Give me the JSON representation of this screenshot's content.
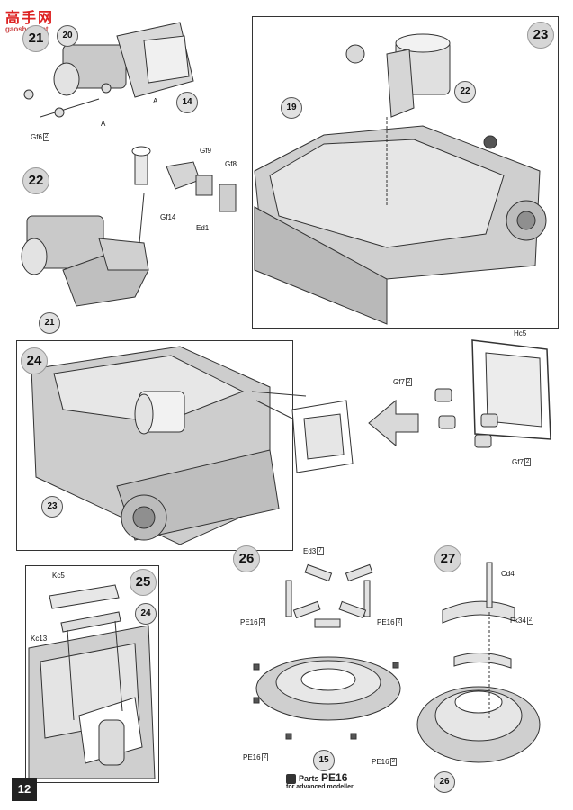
{
  "watermark": {
    "top": "高手网",
    "sub": "gaoshou.net"
  },
  "page_number": "12",
  "steps": {
    "s21": "21",
    "s22": "22",
    "s23": "23",
    "s24": "24",
    "s25": "25",
    "s26": "26",
    "s27": "27"
  },
  "callouts": {
    "c20": "20",
    "c14": "14",
    "c21": "21",
    "c22": "22",
    "c19": "19",
    "c23": "23",
    "c24": "24",
    "c15": "15",
    "c26": "26"
  },
  "parts": {
    "gf6": "Gf6",
    "gf6_qty": "2",
    "gf9": "Gf9",
    "gf8": "Gf8",
    "gf14": "Gf14",
    "ed1": "Ed1",
    "hc5": "Hc5",
    "gf7": "Gf7",
    "gf7_qty": "2",
    "gf7b": "Gf7",
    "gf7b_qty": "2",
    "kc5": "Kc5",
    "kc13": "Kc13",
    "ed3": "Ed3",
    "ed3_qty": "7",
    "pe16_a": "PE16",
    "pe16_a_qty": "2",
    "pe16_b": "PE16",
    "pe16_b_qty": "2",
    "pe16_c": "PE16",
    "pe16_c_qty": "2",
    "pe16_d": "PE16",
    "pe16_d_qty": "2",
    "cd4": "Cd4",
    "fk34": "Fk34",
    "fk34_qty": "2",
    "letter_a1": "A",
    "letter_a2": "A"
  },
  "pe_note": {
    "parts": "Parts",
    "code": "PE16",
    "caption": "for advanced modeller"
  }
}
